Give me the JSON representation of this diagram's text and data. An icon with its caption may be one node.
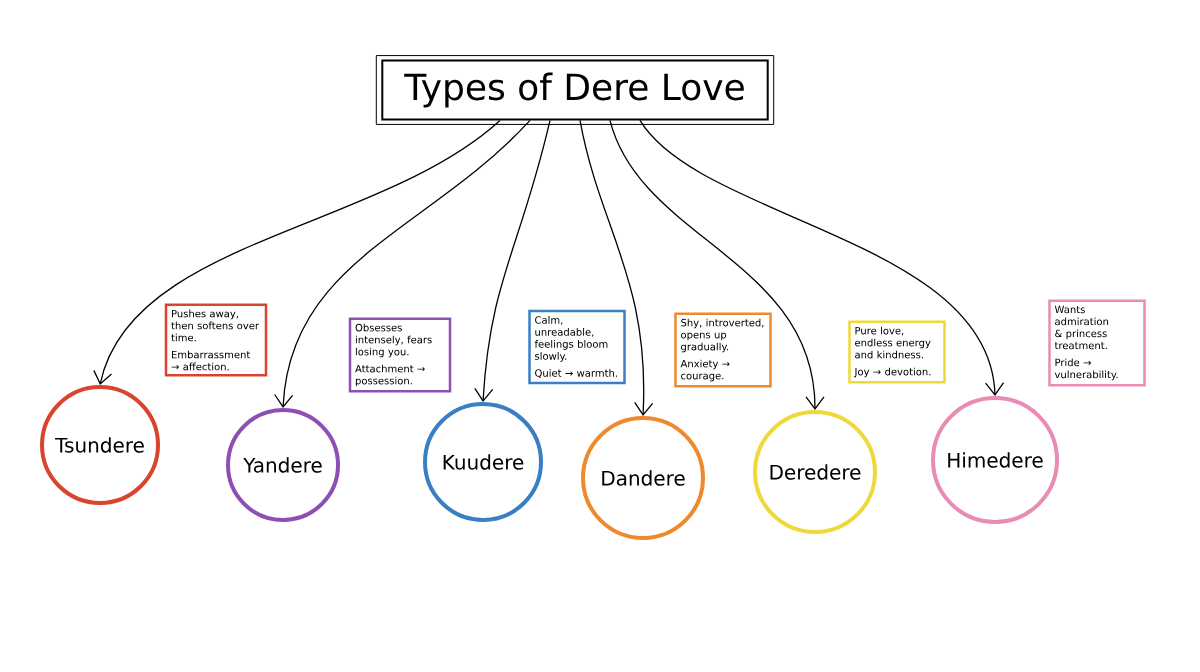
{
  "diagram": {
    "nodes": [
      {
        "text": [
          "Types of Dere Love"
        ]
      },
      {
        "text": [
          "Tsundere"
        ]
      },
      {
        "text": [
          "Pushes away, then softens over time.",
          "Embarrassment → affection."
        ]
      },
      {
        "text": [
          "Yandere"
        ]
      },
      {
        "text": [
          "Obsesses intensely, fears losing you.",
          "Attachment → possession."
        ]
      },
      {
        "text": [
          "Kuudere"
        ]
      },
      {
        "text": [
          "Calm, unreadable, feelings bloom slowly.",
          "Quiet → warmth."
        ]
      },
      {
        "text": [
          "Dandere"
        ]
      },
      {
        "text": [
          "Shy, introverted, opens up gradually.",
          "Anxiety → courage."
        ]
      },
      {
        "text": [
          "Deredere"
        ]
      },
      {
        "text": [
          "Pure love, endless energy and kindness.",
          "Joy → devotion."
        ]
      },
      {
        "text": [
          "Himedere"
        ]
      },
      {
        "text": [
          "Wants admiration & princess treatment.",
          "Pride → vulnerability."
        ]
      }
    ],
    "edges": [
      {
        "from": 0,
        "to": 1,
        "arrow": "to"
      },
      {
        "from": 0,
        "to": 3,
        "arrow": "to"
      },
      {
        "from": 0,
        "to": 5,
        "arrow": "to"
      },
      {
        "from": 0,
        "to": 7,
        "arrow": "to"
      },
      {
        "from": 0,
        "to": 9,
        "arrow": "to"
      },
      {
        "from": 0,
        "to": 11,
        "arrow": "to"
      }
    ]
  }
}
